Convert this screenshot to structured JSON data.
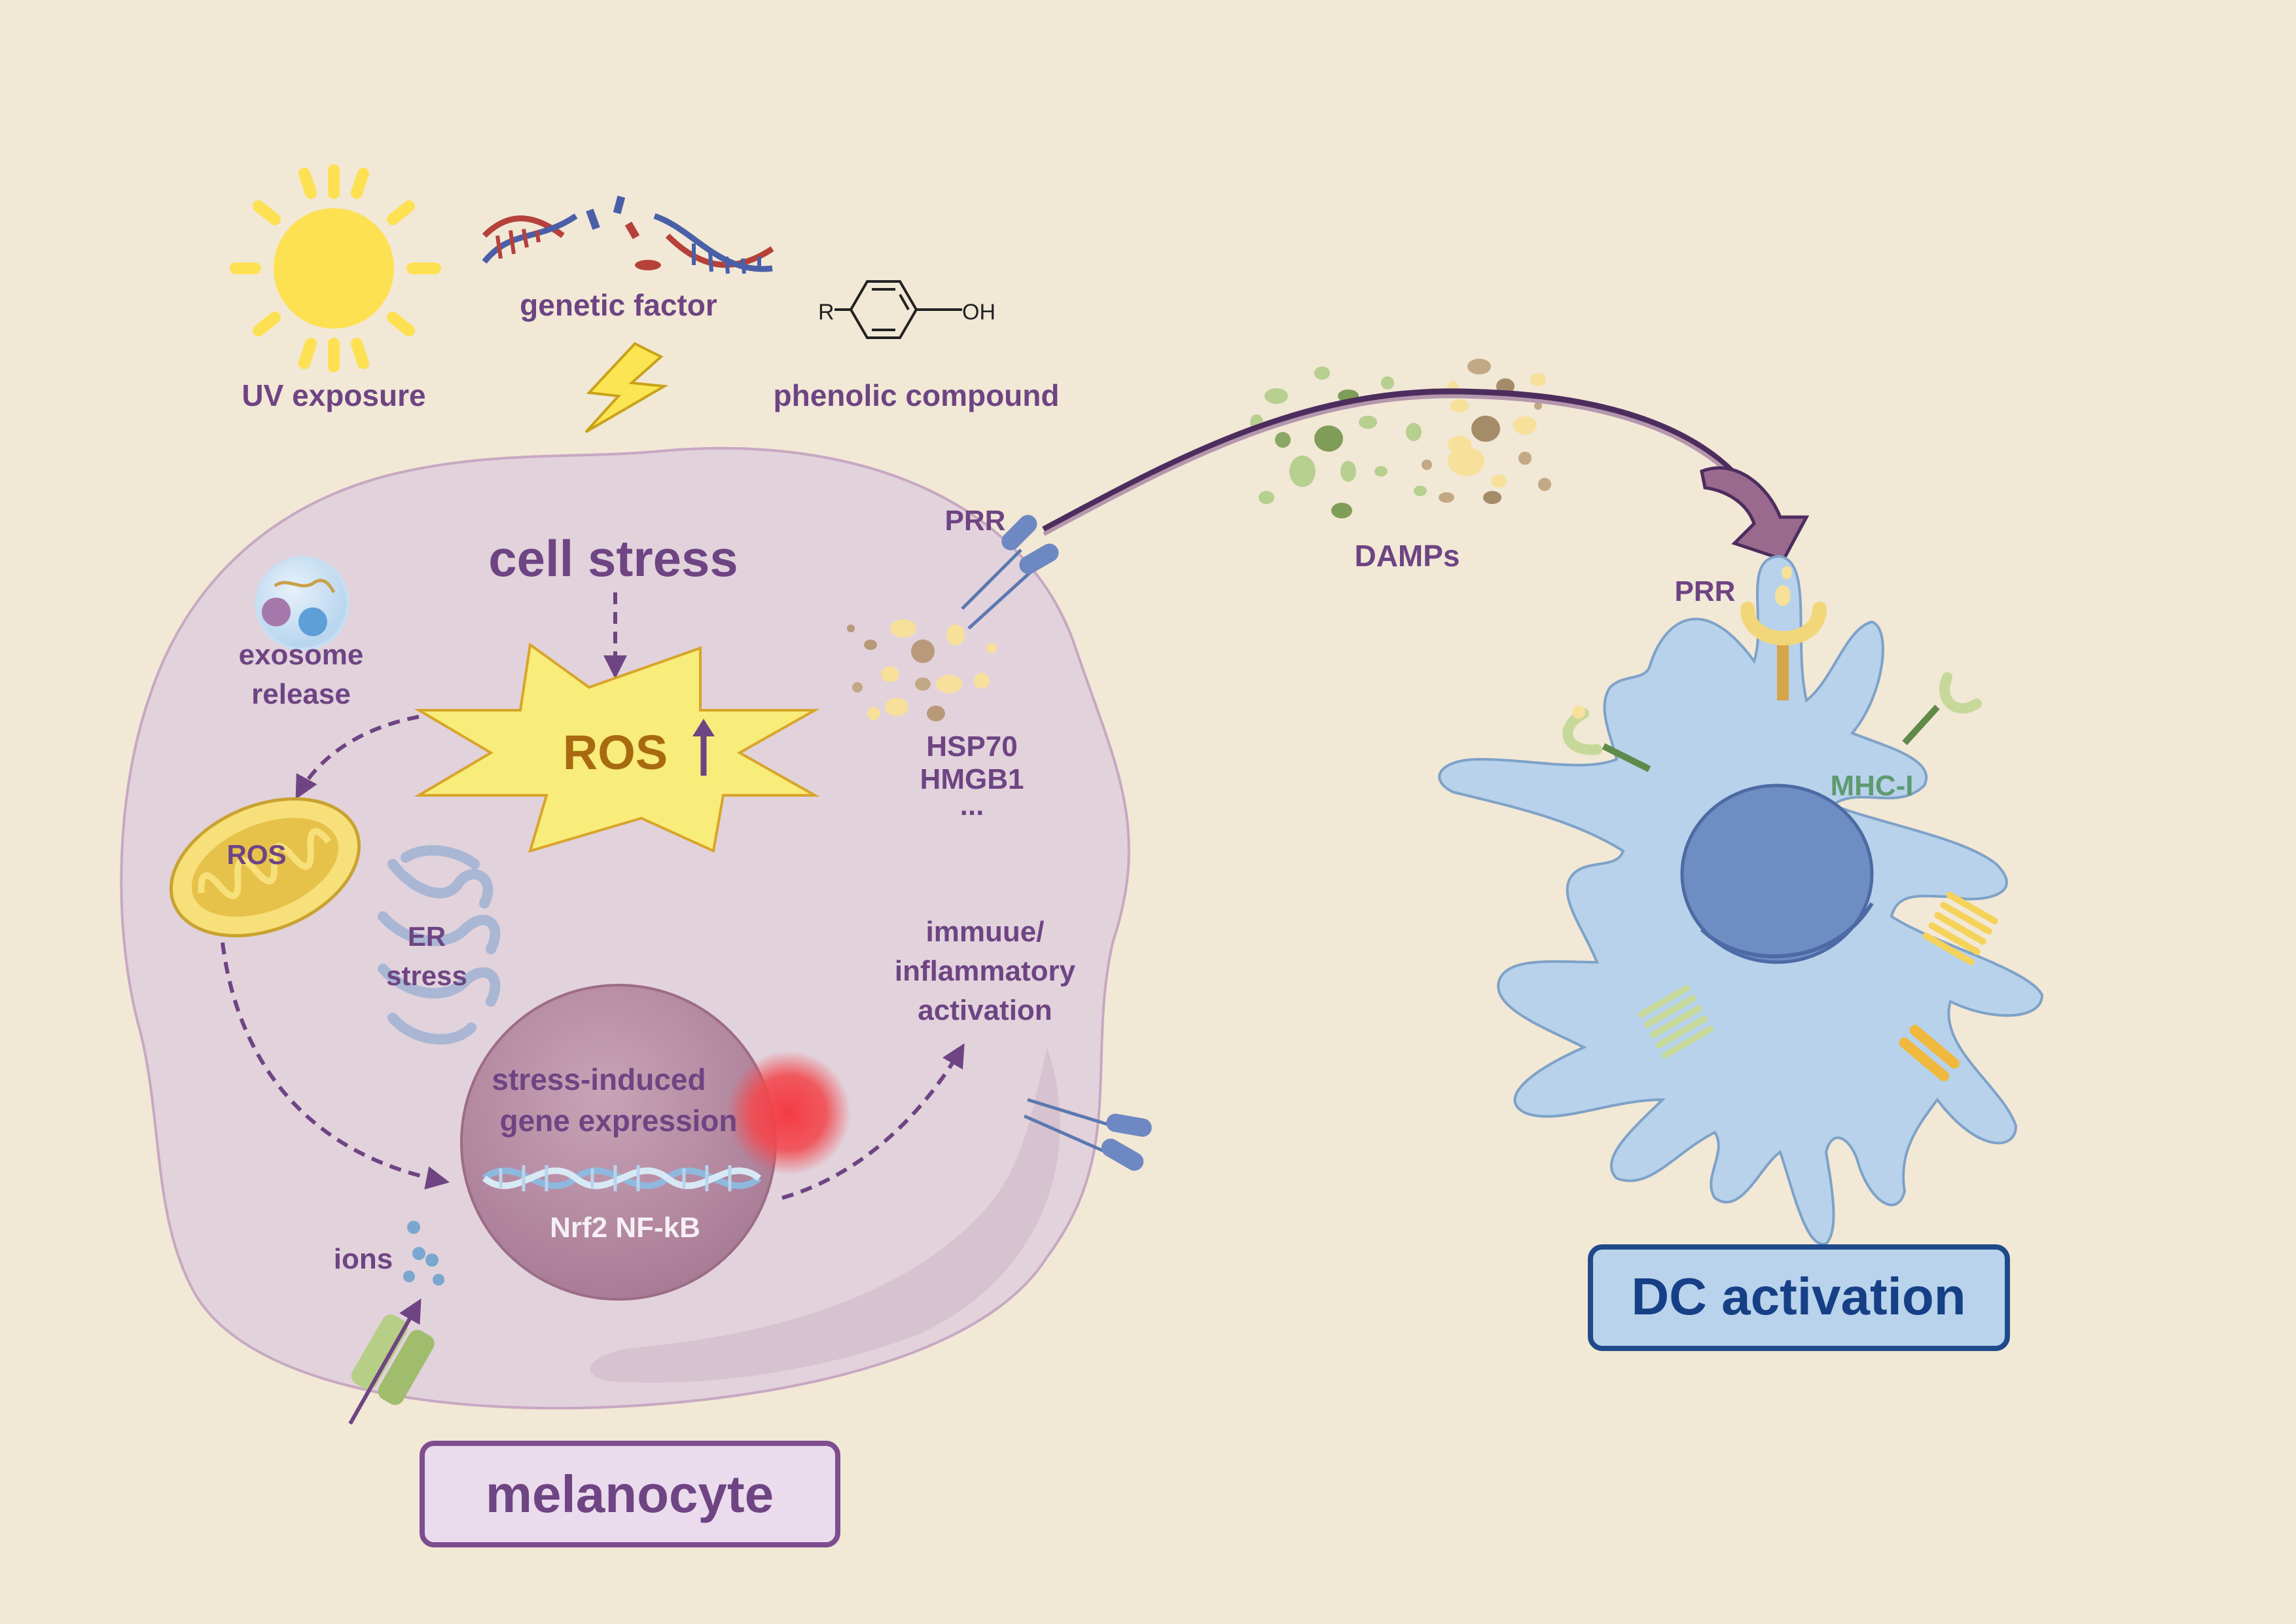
{
  "labels": {
    "uv_exposure": "UV exposure",
    "genetic_factor": "genetic factor",
    "phenolic_compound": "phenolic compound",
    "phenol_r": "R",
    "phenol_oh": "OH",
    "cell_stress": "cell stress",
    "ros_center": "ROS",
    "exosome_release_1": "exosome",
    "exosome_release_2": "release",
    "mito_ros": "ROS",
    "er_stress_1": "ER",
    "er_stress_2": "stress",
    "prr_melanocyte": "PRR",
    "hsp70": "HSP70",
    "hmgb1": "HMGB1",
    "ellipsis": "...",
    "immune_1": "immuue/",
    "immune_2": "inflammatory",
    "immune_3": "activation",
    "stress_gene_1": "stress-induced",
    "stress_gene_2": "gene expression",
    "nrf2_nfkb": "Nrf2 NF-kB",
    "ions": "ions",
    "melanocyte": "melanocyte",
    "damps": "DAMPs",
    "prr_dc": "PRR",
    "mhc_i": "MHC-I",
    "dc_activation": "DC activation"
  },
  "colors": {
    "background": "#f2e8d6",
    "text_primary": "#6e4483",
    "cell_fill": "#e2d2dc",
    "nucleus_fill": "#b98da3",
    "ros_star_fill": "#f8ec7a",
    "ros_text": "#a86a10",
    "dc_fill": "#b7d2ea",
    "dc_nucleus": "#6e8dc3",
    "dc_text": "#163f86",
    "mhc_text": "#5e9a70"
  }
}
